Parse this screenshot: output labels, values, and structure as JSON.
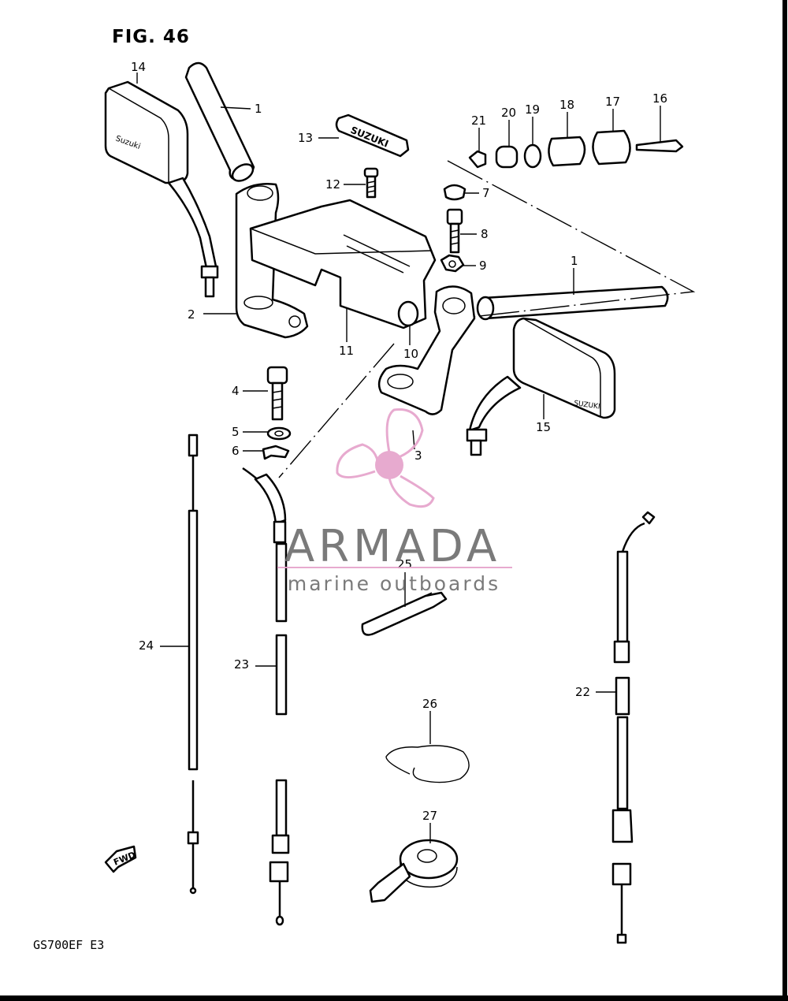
{
  "figure": {
    "title": "FIG. 46",
    "model_code": "GS700EF  E3"
  },
  "part_labels": [
    {
      "id": "p1a",
      "text": "1"
    },
    {
      "id": "p1b",
      "text": "1"
    },
    {
      "id": "p2",
      "text": "2"
    },
    {
      "id": "p3",
      "text": "3"
    },
    {
      "id": "p4",
      "text": "4"
    },
    {
      "id": "p5",
      "text": "5"
    },
    {
      "id": "p6",
      "text": "6"
    },
    {
      "id": "p7",
      "text": "7"
    },
    {
      "id": "p8",
      "text": "8"
    },
    {
      "id": "p9",
      "text": "9"
    },
    {
      "id": "p10",
      "text": "10"
    },
    {
      "id": "p11",
      "text": "11"
    },
    {
      "id": "p12",
      "text": "12"
    },
    {
      "id": "p13",
      "text": "13"
    },
    {
      "id": "p14",
      "text": "14"
    },
    {
      "id": "p15",
      "text": "15"
    },
    {
      "id": "p16",
      "text": "16"
    },
    {
      "id": "p17",
      "text": "17"
    },
    {
      "id": "p18",
      "text": "18"
    },
    {
      "id": "p19",
      "text": "19"
    },
    {
      "id": "p20",
      "text": "20"
    },
    {
      "id": "p21",
      "text": "21"
    },
    {
      "id": "p22",
      "text": "22"
    },
    {
      "id": "p23",
      "text": "23"
    },
    {
      "id": "p24",
      "text": "24"
    },
    {
      "id": "p25",
      "text": "25"
    },
    {
      "id": "p26",
      "text": "26"
    },
    {
      "id": "p27",
      "text": "27"
    }
  ],
  "engravings": {
    "mirror_left": "Suzuki",
    "mirror_right": "SUZUKI",
    "emblem": "SUZUKI",
    "fwd_arrow": "FWD"
  },
  "watermark": {
    "brand": "ARMADA",
    "tagline": "marine outboards",
    "colors": {
      "logo_pink": "#e6a3cb",
      "text_gray": "#6f6f6f"
    }
  }
}
